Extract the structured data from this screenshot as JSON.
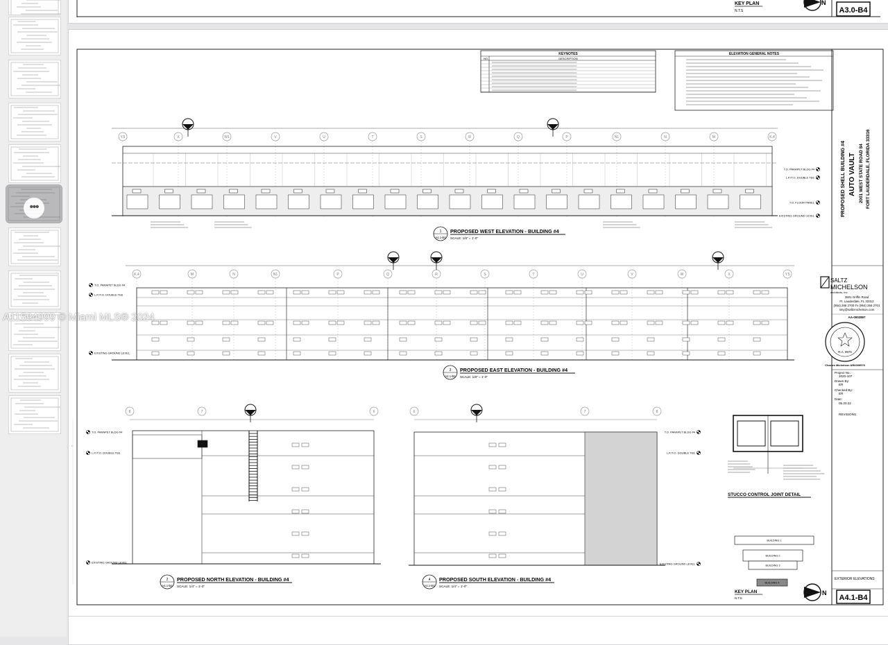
{
  "watermark": "A11594999 © Miami MLS® 2024",
  "sidebar": {
    "more_label": "•••",
    "thumbnails": 10,
    "active_index": 5
  },
  "top_sheet": {
    "key_plan_label": "KEY PLAN",
    "key_plan_scale": "N.T.S",
    "sheet_number": "A3.0-B4",
    "north_label": "N"
  },
  "sheet": {
    "keynotes": {
      "title": "KEYNOTES",
      "col_no": "NO.",
      "col_desc": "DESCRIPTION"
    },
    "general_notes_title": "ELEVATION GENERAL NOTES",
    "project": {
      "name_line1": "PROPOSED SHELL BUILDING #4",
      "name_line2": "AUTO VAULT",
      "address1": "2001 WEST STATE ROAD 84",
      "address2": "FORT LAUDERDALE, FLORIDA 33316"
    },
    "firm": {
      "name1": "SALTZ",
      "name2": "MICHELSON",
      "name3": "architects, inc.",
      "address1": "3501 Griffin Road",
      "address2": "Ft. Lauderdale, FL 33312",
      "phone": "(954) 266 2700  Fx (954) 266 2701",
      "email": "smy@saltzmichelson.com",
      "license": "AA-0002897",
      "seal_text": "R.A. 9976",
      "architect": "Charles Michelson AR0009976"
    },
    "info": {
      "project_no_label": "Project No.:",
      "project_no": "2020-107",
      "drawn_by_label": "Drawn By:",
      "drawn_by": "ER",
      "checked_by_label": "Checked By:",
      "checked_by": "ER",
      "date_label": "Date:",
      "date": "05.20.22",
      "revisions_label": "REVISIONS",
      "sheet_title": "EXTERIOR ELEVATIONS",
      "sheet_number": "A4.1-B4"
    },
    "elevations": {
      "west_num": "1",
      "west_ref": "A4.1-B4",
      "west_title": "PROPOSED WEST ELEVATION - BUILDING #4",
      "west_scale": "SCALE:  1/8\" = 1'-0\"",
      "east_num": "3",
      "east_ref": "A4.1-B4",
      "east_title": "PROPOSED EAST ELEVATION - BUILDING #4",
      "east_scale": "SCALE:  1/8\" = 1'-0\"",
      "north_num": "2",
      "north_ref": "A4.1-B4",
      "north_title": "PROPOSED NORTH ELEVATION - BUILDING #4",
      "north_scale": "SCALE:  1/4\" = 1'-0\"",
      "south_num": "4",
      "south_ref": "A4.1-B4",
      "south_title": "PROPOSED SOUTH ELEVATION - BUILDING #4",
      "south_scale": "SCALE:  1/4\" = 1'-0\""
    },
    "detail_title": "STUCCO CONTROL JOINT DETAIL",
    "key_plan": {
      "label": "KEY PLAN",
      "scale": "N.T.S",
      "north_label": "N",
      "buildings": [
        "BUILDING 1",
        "BUILDING 2",
        "BUILDING 3",
        "BUILDING 4"
      ]
    },
    "level_labels": {
      "parapet": "T.O. PARAPET BLDG #4",
      "double_tee": "L.P./T.O. DOUBLE TEE",
      "floor_panel": "T.O. FLOOR PANEL",
      "ground": "EXISTING GROUND LEVEL"
    },
    "west_grid": [
      "Y.5",
      "X",
      "W1",
      "V",
      "U",
      "T",
      "S",
      "R",
      "Q",
      "P",
      "N1",
      "N",
      "M",
      "K.4"
    ],
    "east_grid": [
      "K.4",
      "M",
      "N",
      "N1",
      "P",
      "Q",
      "R",
      "S",
      "T",
      "U",
      "V",
      "W",
      "X",
      "Y.5"
    ],
    "north_grid": [
      "8",
      "7",
      "6"
    ],
    "south_grid": [
      "6",
      "7",
      "8"
    ]
  }
}
